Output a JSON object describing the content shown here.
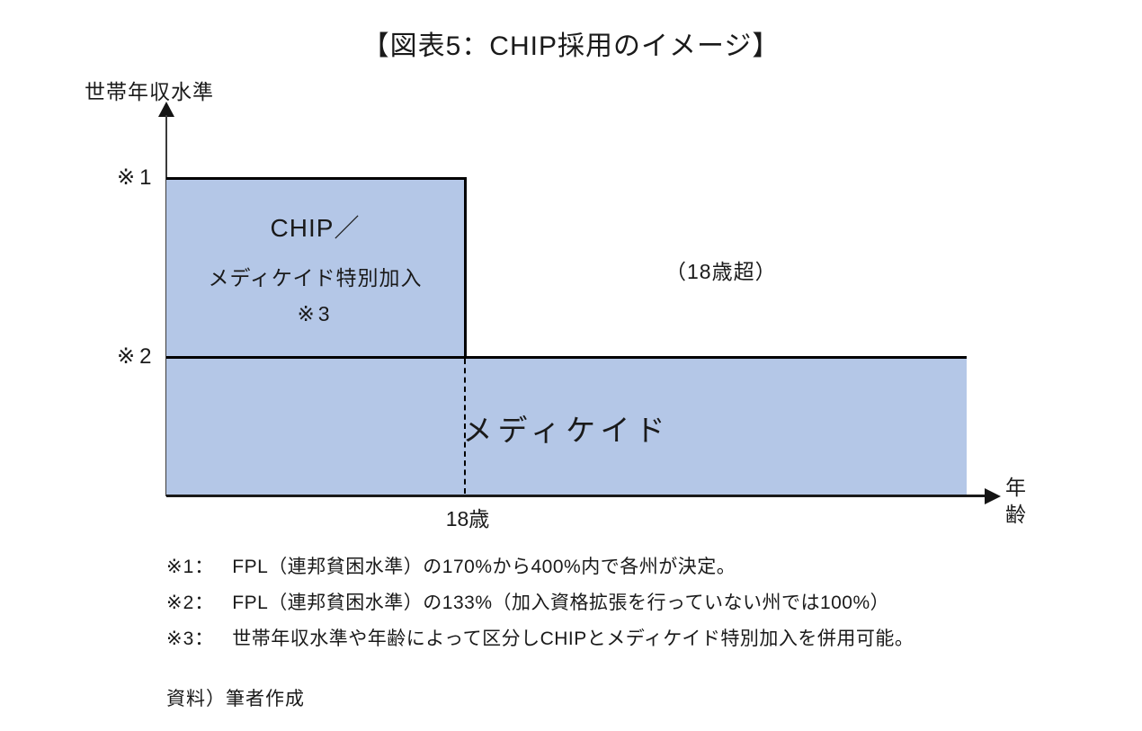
{
  "title": "【図表5：CHIP採用のイメージ】",
  "diagram": {
    "y_axis_label": "世帯年収水準",
    "x_axis_label": "年齢",
    "marker_1": "※1",
    "marker_2": "※2",
    "chip_region": {
      "line1": "CHIP／",
      "line2": "メディケイド特別加入",
      "line3": "※3"
    },
    "medicaid_region": {
      "label": "メディケイド"
    },
    "age_over_18_note": "（18歳超）",
    "age_18_tick": "18歳",
    "fill_color": "#b4c7e7",
    "border_color": "#000000"
  },
  "footnotes": [
    {
      "label": "※1：",
      "text": "FPL（連邦貧困水準）の170%から400%内で各州が決定。"
    },
    {
      "label": "※2：",
      "text": "FPL（連邦貧困水準）の133%（加入資格拡張を行っていない州では100%）"
    },
    {
      "label": "※3：",
      "text": "世帯年収水準や年齢によって区分しCHIPとメディケイド特別加入を併用可能。"
    }
  ],
  "source": "資料）筆者作成"
}
